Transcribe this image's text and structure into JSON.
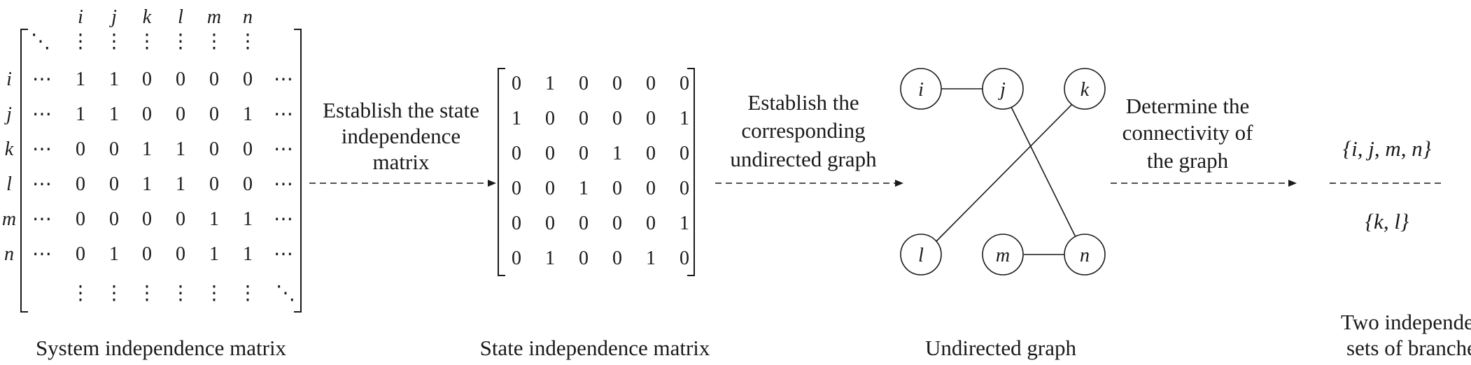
{
  "system_matrix": {
    "column_labels": [
      "i",
      "j",
      "k",
      "l",
      "m",
      "n"
    ],
    "row_labels": [
      "i",
      "j",
      "k",
      "l",
      "m",
      "n"
    ],
    "rows": [
      [
        "1",
        "1",
        "0",
        "0",
        "0",
        "0"
      ],
      [
        "1",
        "1",
        "0",
        "0",
        "0",
        "1"
      ],
      [
        "0",
        "0",
        "1",
        "1",
        "0",
        "0"
      ],
      [
        "0",
        "0",
        "1",
        "1",
        "0",
        "0"
      ],
      [
        "0",
        "0",
        "0",
        "0",
        "1",
        "1"
      ],
      [
        "0",
        "1",
        "0",
        "0",
        "1",
        "1"
      ]
    ],
    "caption": "System independence matrix"
  },
  "step1": {
    "lines": [
      "Establish the state",
      "independence",
      "matrix"
    ]
  },
  "state_matrix": {
    "rows": [
      [
        "0",
        "1",
        "0",
        "0",
        "0",
        "0"
      ],
      [
        "1",
        "0",
        "0",
        "0",
        "0",
        "1"
      ],
      [
        "0",
        "0",
        "0",
        "1",
        "0",
        "0"
      ],
      [
        "0",
        "0",
        "1",
        "0",
        "0",
        "0"
      ],
      [
        "0",
        "0",
        "0",
        "0",
        "0",
        "1"
      ],
      [
        "0",
        "1",
        "0",
        "0",
        "1",
        "0"
      ]
    ],
    "caption": "State independence matrix"
  },
  "step2": {
    "lines": [
      "Establish the",
      "corresponding",
      "undirected graph"
    ]
  },
  "graph": {
    "nodes": [
      "i",
      "j",
      "k",
      "l",
      "m",
      "n"
    ],
    "edges": [
      [
        "i",
        "j"
      ],
      [
        "j",
        "n"
      ],
      [
        "k",
        "l"
      ],
      [
        "m",
        "n"
      ]
    ],
    "caption": "Undirected graph"
  },
  "step3": {
    "lines": [
      "Determine the",
      "connectivity of",
      "the graph"
    ]
  },
  "result": {
    "sets": [
      "{i, j, m, n}",
      "{k, l}"
    ],
    "caption_lines": [
      "Two independent",
      "sets of branches"
    ]
  }
}
